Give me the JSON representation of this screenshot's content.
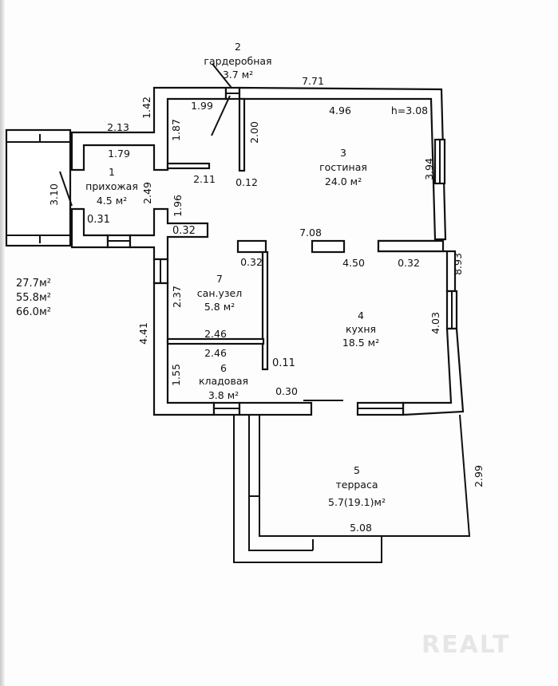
{
  "rooms": [
    {
      "num": "1",
      "name": "прихожая",
      "area": "4.5 м²"
    },
    {
      "num": "2",
      "name": "гардеробная",
      "area": "3.7 м²"
    },
    {
      "num": "3",
      "name": "гостиная",
      "area": "24.0 м²"
    },
    {
      "num": "4",
      "name": "кухня",
      "area": "18.5 м²"
    },
    {
      "num": "5",
      "name": "терраса",
      "area": "5.7(19.1)м²"
    },
    {
      "num": "6",
      "name": "кладовая",
      "area": "3.8 м²"
    },
    {
      "num": "7",
      "name": "сан.узел",
      "area": "5.8 м²"
    }
  ],
  "dimensions": {
    "d771": "7.71",
    "d496": "4.96",
    "h": "h=3.08",
    "d142": "1.42",
    "d199": "1.99",
    "d213": "2.13",
    "d179": "1.79",
    "d187": "1.87",
    "d200": "2.00",
    "d211": "2.11",
    "d012": "0.12",
    "d310": "3.10",
    "d249": "2.49",
    "d196": "1.96",
    "d031": "0.31",
    "d032a": "0.32",
    "d394": "3.94",
    "d708": "7.08",
    "d032b": "0.32",
    "d450": "4.50",
    "d032c": "0.32",
    "d893": "8.93",
    "d237": "2.37",
    "d441": "4.41",
    "d403": "4.03",
    "d246a": "2.46",
    "d246b": "2.46",
    "d011": "0.11",
    "d155": "1.55",
    "d030": "0.30",
    "d299": "2.99",
    "d508": "5.08"
  },
  "totals": [
    "27.7м²",
    "55.8м²",
    "66.0м²"
  ],
  "watermark": "REALT"
}
